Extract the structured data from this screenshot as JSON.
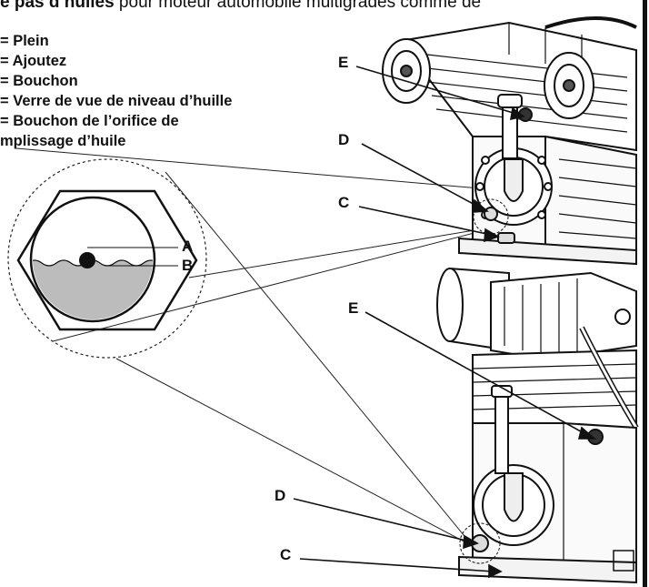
{
  "caption": {
    "bold_prefix": "e pas d’huiles",
    "rest": " pour moteur automobile multigrades comme de"
  },
  "legend": {
    "items": [
      "= Plein",
      "= Ajoutez",
      "= Bouchon",
      "= Verre de vue de niveau d’huille",
      "= Bouchon de l’orifice de",
      "mplissage d’huile"
    ]
  },
  "callouts": {
    "top": {
      "e": "E",
      "d": "D",
      "c": "C"
    },
    "bottom": {
      "e": "E",
      "d": "D",
      "c": "C"
    },
    "inset": {
      "a": "A",
      "b": "B"
    }
  }
}
